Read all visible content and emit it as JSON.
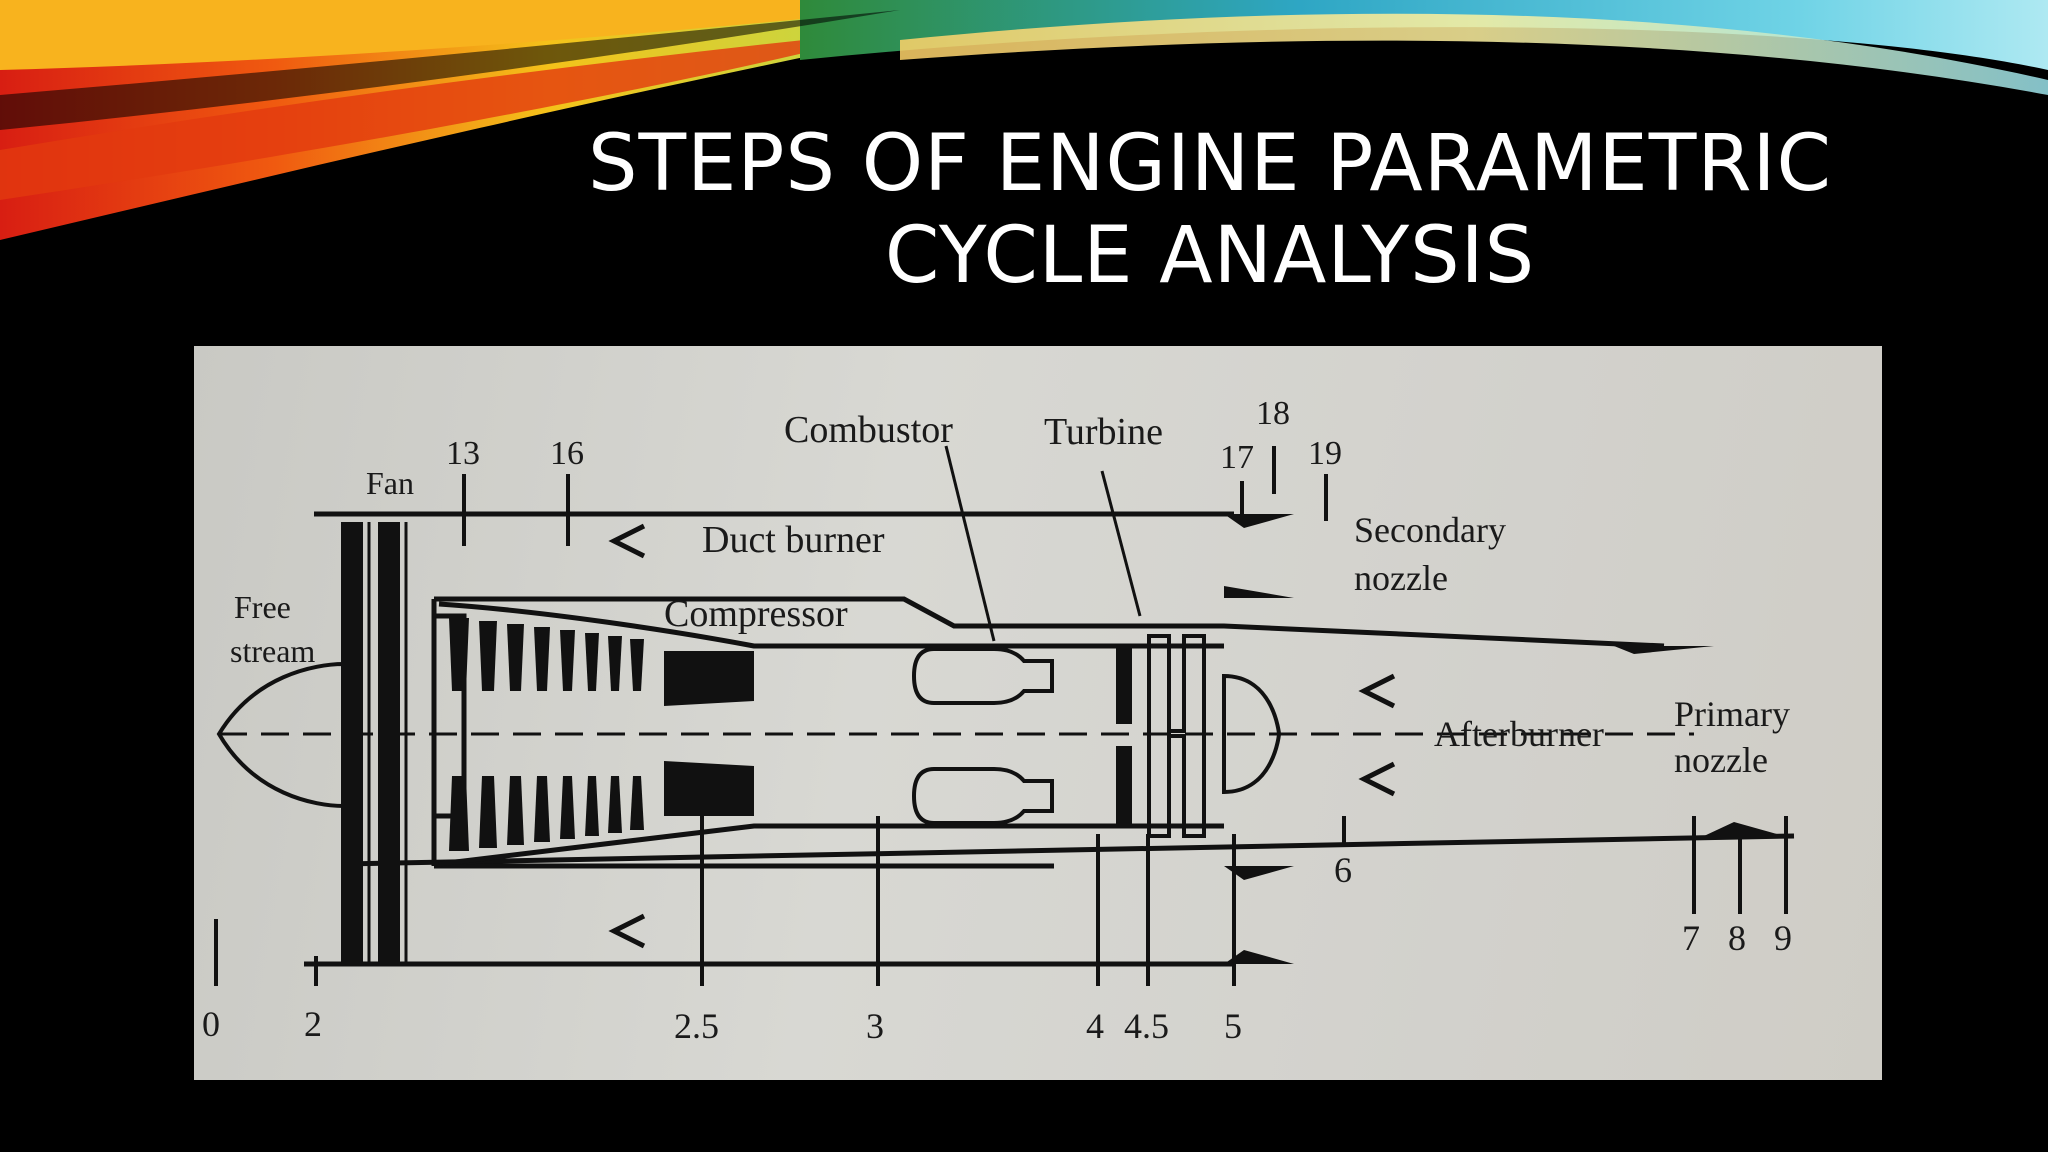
{
  "slide": {
    "title_line1": "STEPS OF ENGINE PARAMETRIC",
    "title_line2": "CYCLE ANALYSIS"
  },
  "diagram": {
    "components": {
      "fan": "Fan",
      "free_stream_1": "Free",
      "free_stream_2": "stream",
      "duct_burner": "Duct burner",
      "compressor": "Compressor",
      "combustor": "Combustor",
      "turbine": "Turbine",
      "secondary_nozzle_1": "Secondary",
      "secondary_nozzle_2": "nozzle",
      "afterburner": "Afterburner",
      "primary_nozzle_1": "Primary",
      "primary_nozzle_2": "nozzle"
    },
    "stations_top": {
      "s13": "13",
      "s16": "16",
      "s17": "17",
      "s18": "18",
      "s19": "19"
    },
    "stations_bottom": {
      "s0": "0",
      "s2": "2",
      "s2_5": "2.5",
      "s3": "3",
      "s4": "4",
      "s4_5": "4.5",
      "s5": "5",
      "s6": "6",
      "s7": "7",
      "s8": "8",
      "s9": "9"
    }
  }
}
